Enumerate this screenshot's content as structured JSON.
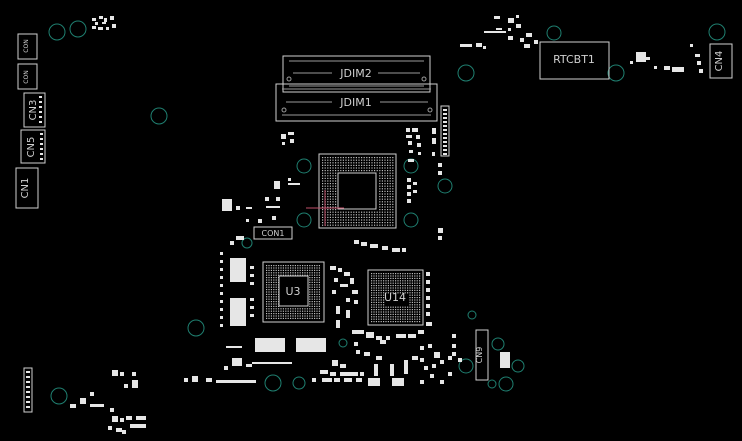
{
  "labels": {
    "jdim2": "JDIM2",
    "jdim1": "JDIM1",
    "rtcbt1": "RTCBT1",
    "cn4": "CN4",
    "cn3": "CN3",
    "cn5": "CN5",
    "cn1": "CN1",
    "cn9": "CN9",
    "con1": "CON1",
    "u3": "U3",
    "u14": "U14",
    "con_a": "CON",
    "con_b": "CON"
  },
  "colors": {
    "background": "#000000",
    "silkscreen": "#d0d0d0",
    "mounting_hole": "#1f7f70",
    "crosshair": "#c0506a"
  }
}
